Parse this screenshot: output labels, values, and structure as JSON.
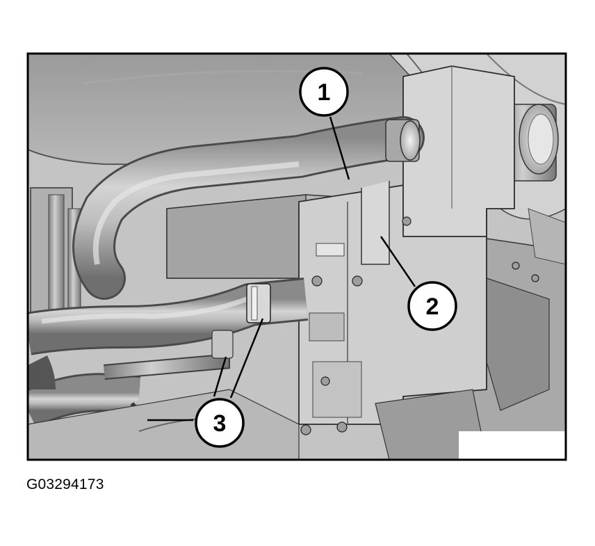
{
  "figure": {
    "callouts": [
      {
        "label": "1",
        "part": "callout-1"
      },
      {
        "label": "2",
        "part": "callout-2"
      },
      {
        "label": "3",
        "part": "callout-3"
      }
    ],
    "caption": "G03294173"
  }
}
